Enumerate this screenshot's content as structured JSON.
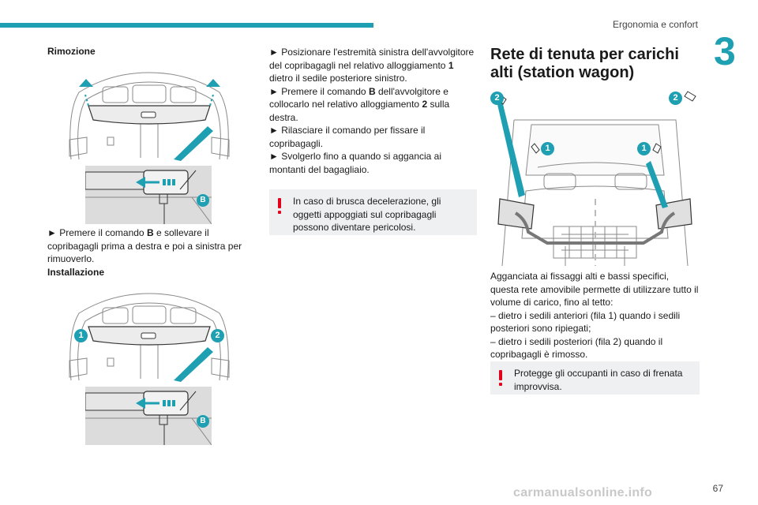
{
  "header": {
    "section": "Ergonomia e confort",
    "chapter": "3"
  },
  "col1": {
    "h_removal": "Rimozione",
    "removal_text_1": "► Premere il comando ",
    "removal_B": "B",
    "removal_text_2": " e sollevare il copribagagli prima a destra e poi a sinistra per rimuoverlo.",
    "h_install": "Installazione"
  },
  "col2": {
    "p1a": "► Posizionare l'estremità sinistra dell'avvolgitore del copribagagli nel relativo alloggiamento ",
    "p1num": "1",
    "p1b": " dietro il sedile posteriore sinistro.",
    "p2a": "► Premere il comando ",
    "p2B": "B",
    "p2b": " dell'avvolgitore e collocarlo nel relativo alloggiamento ",
    "p2num": "2",
    "p2c": " sulla destra.",
    "p3": "► Rilasciare il comando per fissare il copribagagli.",
    "p4": "► Svolgerlo fino a quando si aggancia ai montanti del bagagliaio.",
    "note": "In caso di brusca decelerazione, gli oggetti appoggiati sul copribagagli possono diventare pericolosi."
  },
  "col3": {
    "title": "Rete di tenuta per carichi alti (station wagon)",
    "intro": "Agganciata ai fissaggi alti e bassi specifici, questa rete amovibile permette di utilizzare tutto il volume di carico, fino al tetto:",
    "item1": "– dietro i sedili anteriori (fila 1) quando i sedili posteriori sono ripiegati;",
    "item2": "– dietro i sedili posteriori (fila 2) quando il copribagagli è rimosso.",
    "note": "Protegge gli occupanti in caso di frenata improvvisa."
  },
  "labels": {
    "B": "B",
    "one": "1",
    "two": "2"
  },
  "footer": {
    "page": "67",
    "watermark": "carmanualsonline.info"
  },
  "colors": {
    "accent": "#1e9fb2",
    "warning": "#e2001a",
    "note_bg": "#eef0f1"
  }
}
